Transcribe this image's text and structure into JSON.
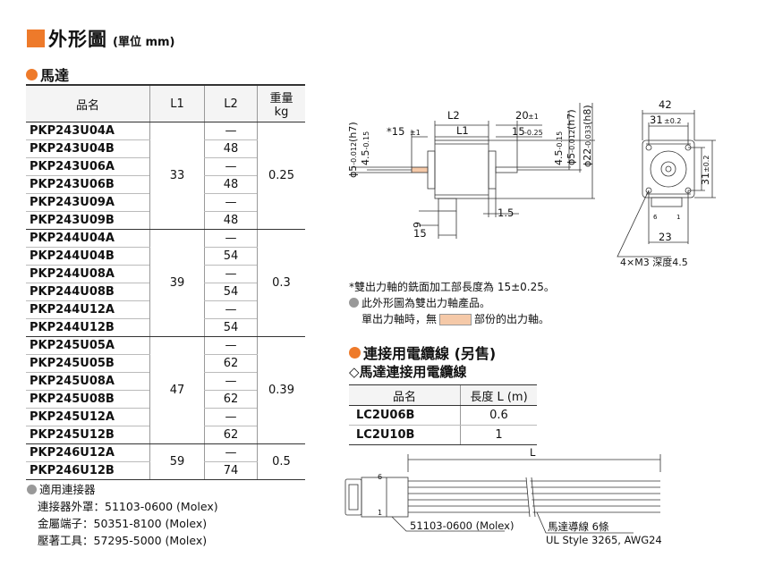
{
  "title": {
    "main": "外形圖",
    "unit": "(單位 mm)"
  },
  "motor_section": {
    "title": "馬達"
  },
  "motor_table": {
    "headers": [
      "品名",
      "L1",
      "L2",
      "重量",
      "kg"
    ],
    "groups": [
      {
        "l1": "33",
        "weight": "0.25",
        "rows": [
          {
            "pn": "PKP243U04A",
            "l2": "—"
          },
          {
            "pn": "PKP243U04B",
            "l2": "48"
          },
          {
            "pn": "PKP243U06A",
            "l2": "—"
          },
          {
            "pn": "PKP243U06B",
            "l2": "48"
          },
          {
            "pn": "PKP243U09A",
            "l2": "—"
          },
          {
            "pn": "PKP243U09B",
            "l2": "48"
          }
        ]
      },
      {
        "l1": "39",
        "weight": "0.3",
        "rows": [
          {
            "pn": "PKP244U04A",
            "l2": "—"
          },
          {
            "pn": "PKP244U04B",
            "l2": "54"
          },
          {
            "pn": "PKP244U08A",
            "l2": "—"
          },
          {
            "pn": "PKP244U08B",
            "l2": "54"
          },
          {
            "pn": "PKP244U12A",
            "l2": "—"
          },
          {
            "pn": "PKP244U12B",
            "l2": "54"
          }
        ]
      },
      {
        "l1": "47",
        "weight": "0.39",
        "rows": [
          {
            "pn": "PKP245U05A",
            "l2": "—"
          },
          {
            "pn": "PKP245U05B",
            "l2": "62"
          },
          {
            "pn": "PKP245U08A",
            "l2": "—"
          },
          {
            "pn": "PKP245U08B",
            "l2": "62"
          },
          {
            "pn": "PKP245U12A",
            "l2": "—"
          },
          {
            "pn": "PKP245U12B",
            "l2": "62"
          }
        ]
      },
      {
        "l1": "59",
        "weight": "0.5",
        "rows": [
          {
            "pn": "PKP246U12A",
            "l2": "—"
          },
          {
            "pn": "PKP246U12B",
            "l2": "74"
          }
        ]
      }
    ]
  },
  "connector_note": {
    "title": "適用連接器",
    "lines": [
      "連接器外罩：51103-0600 (Molex)",
      "金屬端子：50351-8100 (Molex)",
      "壓著工具：57295-5000 (Molex)"
    ]
  },
  "drawing": {
    "dims": {
      "phi5": "ϕ5",
      "phi5_tol_top": "0",
      "phi5_tol_bot": "-0.012",
      "h7": "(h7)",
      "flat45": "4.5",
      "flat45_tol": "-0.15",
      "star15": "*15",
      "star15_tol": "±1",
      "l2": "L2",
      "l1": "L1",
      "d20": "20",
      "d20_tol": "±1",
      "d15": "15",
      "d15_tol": "-0.25",
      "phi22": "ϕ22",
      "phi22_tol_top": "0",
      "phi22_tol_bot": "-0.033",
      "h8": "(h8)",
      "d9": "9",
      "d15b": "15",
      "d15c": "1.5",
      "d42": "42",
      "d31": "31",
      "d31_tol": "±0.2",
      "d23": "23",
      "m3": "4×M3 深度4.5",
      "pin6": "6",
      "pin1": "1"
    },
    "notes": [
      "*雙出力軸的銑面加工部長度為 15±0.25。",
      "此外形圖為雙出力軸產品。",
      "單出力軸時，無",
      "部份的出力軸。"
    ]
  },
  "cable_section": {
    "title": "連接用電纜線 (另售)",
    "subtitle": "◇馬達連接用電纜線"
  },
  "cable_table": {
    "headers": [
      "品名",
      "長度 L (m)"
    ],
    "rows": [
      {
        "pn": "LC2U06B",
        "len": "0.6"
      },
      {
        "pn": "LC2U10B",
        "len": "1"
      }
    ]
  },
  "cable_drawing": {
    "L": "L",
    "pin6": "6",
    "pin1": "1",
    "connector": "51103-0600 (Molex)",
    "wires": "馬達導線 6條",
    "spec": "UL Style 3265, AWG24"
  },
  "colors": {
    "accent": "#ee7a2a",
    "shaft_highlight": "#f5c9a8"
  }
}
